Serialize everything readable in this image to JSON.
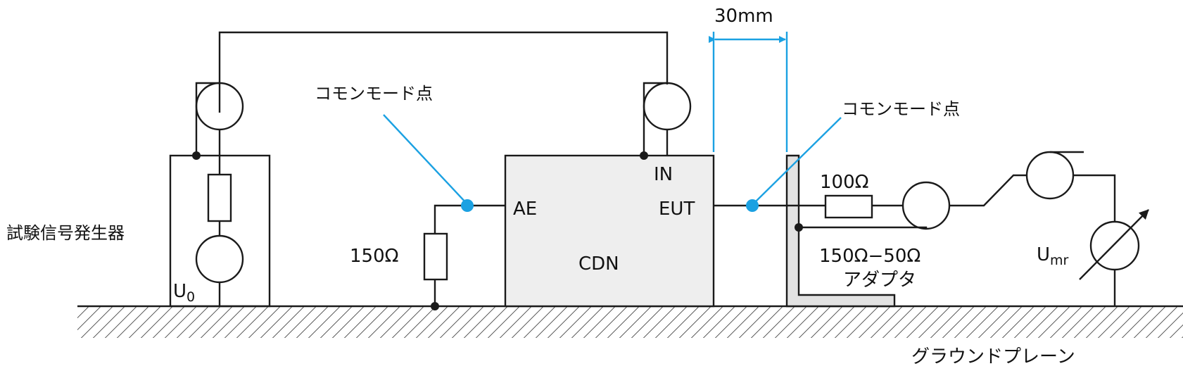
{
  "labels": {
    "dimension": "30mm",
    "common_mode_left": "コモンモード点",
    "common_mode_right": "コモンモード点",
    "generator": "試験信号発生器",
    "u0_main": "U",
    "u0_sub": "0",
    "resistor_150": "150Ω",
    "ae": "AE",
    "cdn": "CDN",
    "in": "IN",
    "eut": "EUT",
    "resistor_100": "100Ω",
    "adapter_line1": "150Ω−50Ω",
    "adapter_line2": "アダプタ",
    "umr_main": "U",
    "umr_sub": "mr",
    "ground_plane": "グラウンドプレーン"
  },
  "colors": {
    "wire": "#1a1a1a",
    "accent": "#1ba1e2",
    "cdn_fill": "#eeeeee",
    "adapter_fill": "#e2e2e2"
  }
}
